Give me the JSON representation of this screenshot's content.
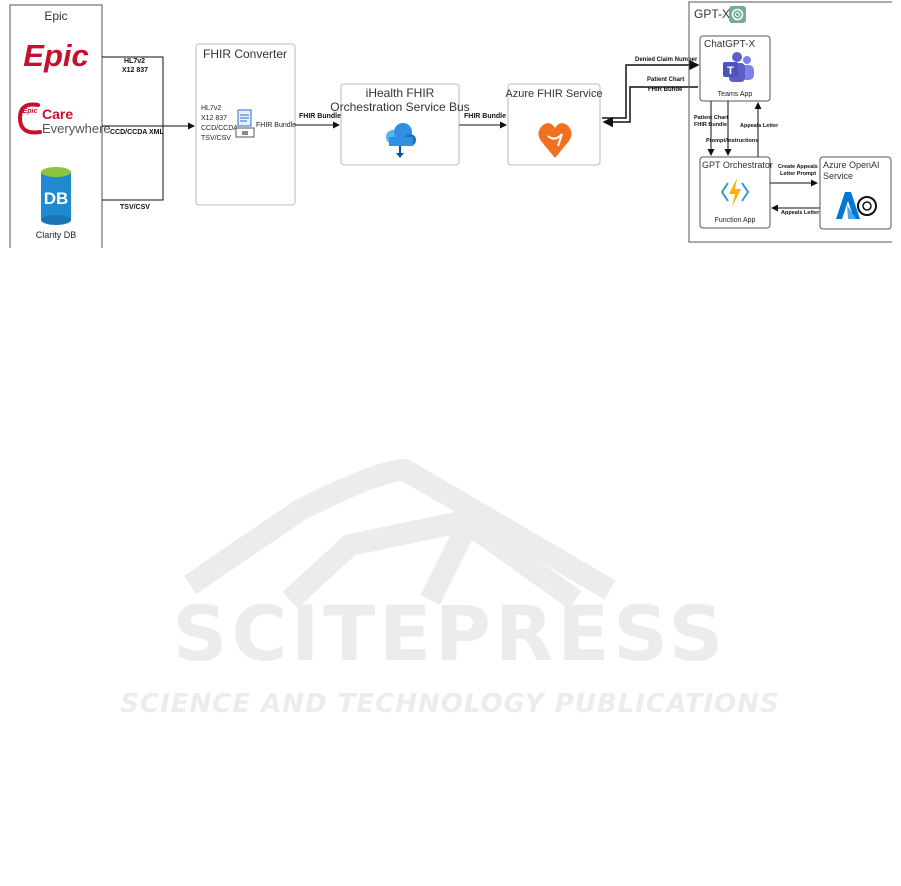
{
  "epic": {
    "group_label": "Epic",
    "epic_logo_text": "Epic",
    "care_everywhere_badge": "Epic",
    "care_everywhere_line1": "Care",
    "care_everywhere_line2": "Everywhere",
    "db_badge": "DB",
    "db_label": "Clarity DB"
  },
  "edges": {
    "hl7": "HL7v2",
    "x12": "X12 837",
    "ccd_xml": "CCD/CCDA XML",
    "tsv": "TSV/CSV",
    "fhir_bundle_1": "FHIR Bundle",
    "fhir_bundle_2": "FHIR Bundle",
    "denied_claim": "Denied Claim Number",
    "patient_chart_right_1": "Patient Chart",
    "patient_chart_right_2": "FHIR Bunde",
    "patient_chart_left_1": "Patient Chart",
    "patient_chart_left_2": "FHIR Bundle",
    "prompt_instructions": "Prompt/Instructions",
    "appeals_letter_up": "Appeals Letter",
    "create_appeals_1": "Create Appeals",
    "create_appeals_2": "Letter Prompt",
    "appeals_letter_back": "Appeals Letter"
  },
  "converter": {
    "title": "FHIR Converter",
    "inputs": [
      "HL7v2",
      "X12 837",
      "CCD/CCDA",
      "TSV/CSV"
    ],
    "output_label": "FHIR Bundle"
  },
  "bus": {
    "title_line1": "iHealth FHIR",
    "title_line2": "Orchestration Service Bus"
  },
  "azure_fhir": {
    "title": "Azure FHIR Service"
  },
  "gptx": {
    "title": "GPT-X",
    "chatgpt": {
      "title": "ChatGPT-X",
      "app_label": "Teams App"
    },
    "orchestrator": {
      "title": "GPT Orchestrator",
      "app_label": "Function App"
    },
    "openai": {
      "title_line1": "Azure OpenAI",
      "title_line2": "Service"
    }
  },
  "watermark": {
    "line1": "SCITEPRESS",
    "line2": "SCIENCE AND TECHNOLOGY PUBLICATIONS"
  },
  "colors": {
    "epic_red": "#c8102e",
    "azure_blue": "#0078d4",
    "azure_fhir_orange": "#f37021",
    "teams_purple": "#5b5fc7",
    "db_blue": "#1f8ad2",
    "db_top_green": "#8cc63f",
    "function_yellow": "#f7b500",
    "watermark_gray": "#ececec"
  }
}
